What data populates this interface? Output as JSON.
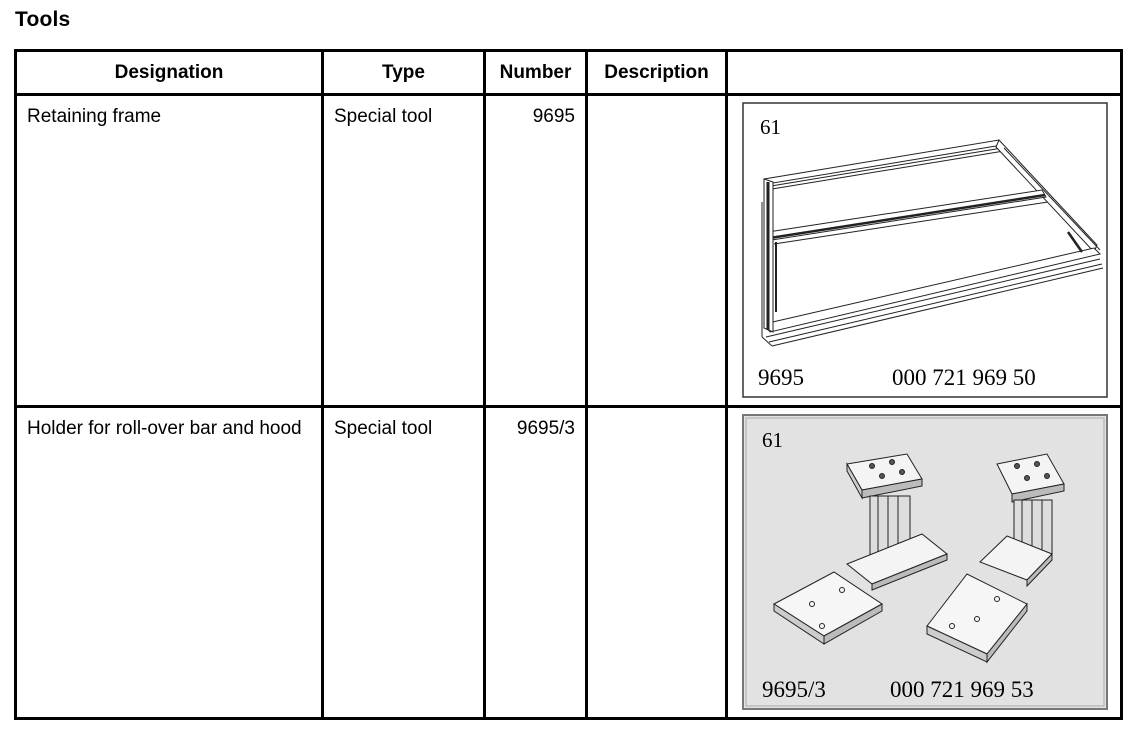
{
  "page": {
    "title": "Tools"
  },
  "table": {
    "headers": {
      "designation": "Designation",
      "type": "Type",
      "number": "Number",
      "description": "Description",
      "image": ""
    },
    "rows": [
      {
        "designation": "Retaining frame",
        "type": "Special tool",
        "number": "9695",
        "description": "",
        "image": {
          "ref": "61",
          "tool_no": "9695",
          "part_no": "000 721 969 50",
          "icon": "retaining-frame-drawing"
        }
      },
      {
        "designation": "Holder for roll-over bar and hood",
        "type": "Special tool",
        "number": "9695/3",
        "description": "",
        "image": {
          "ref": "61",
          "tool_no": "9695/3",
          "part_no": "000 721 969 53",
          "icon": "holder-drawing"
        }
      }
    ]
  }
}
